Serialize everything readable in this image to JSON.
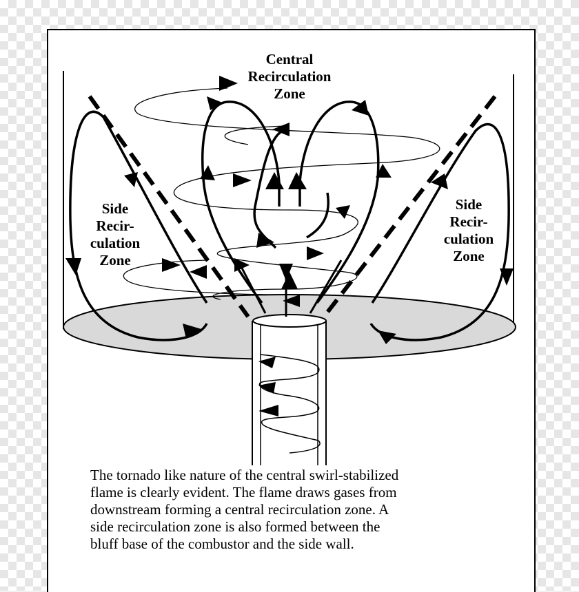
{
  "labels": {
    "central": [
      "Central",
      "Recirculation",
      "Zone"
    ],
    "side_left": [
      "Side",
      "Recir-",
      "culation",
      "Zone"
    ],
    "side_right": [
      "Side",
      "Recir-",
      "culation",
      "Zone"
    ]
  },
  "caption_lines": [
    "The tornado like nature of the central swirl-stabilized",
    "flame is clearly evident. The flame draws gases from",
    "downstream forming a central recirculation zone. A",
    "side recirculation zone is also formed between the",
    "bluff base of the combustor and the side wall."
  ],
  "colors": {
    "ink": "#000000",
    "base_fill": "#d9d9d9",
    "paper": "#ffffff"
  }
}
